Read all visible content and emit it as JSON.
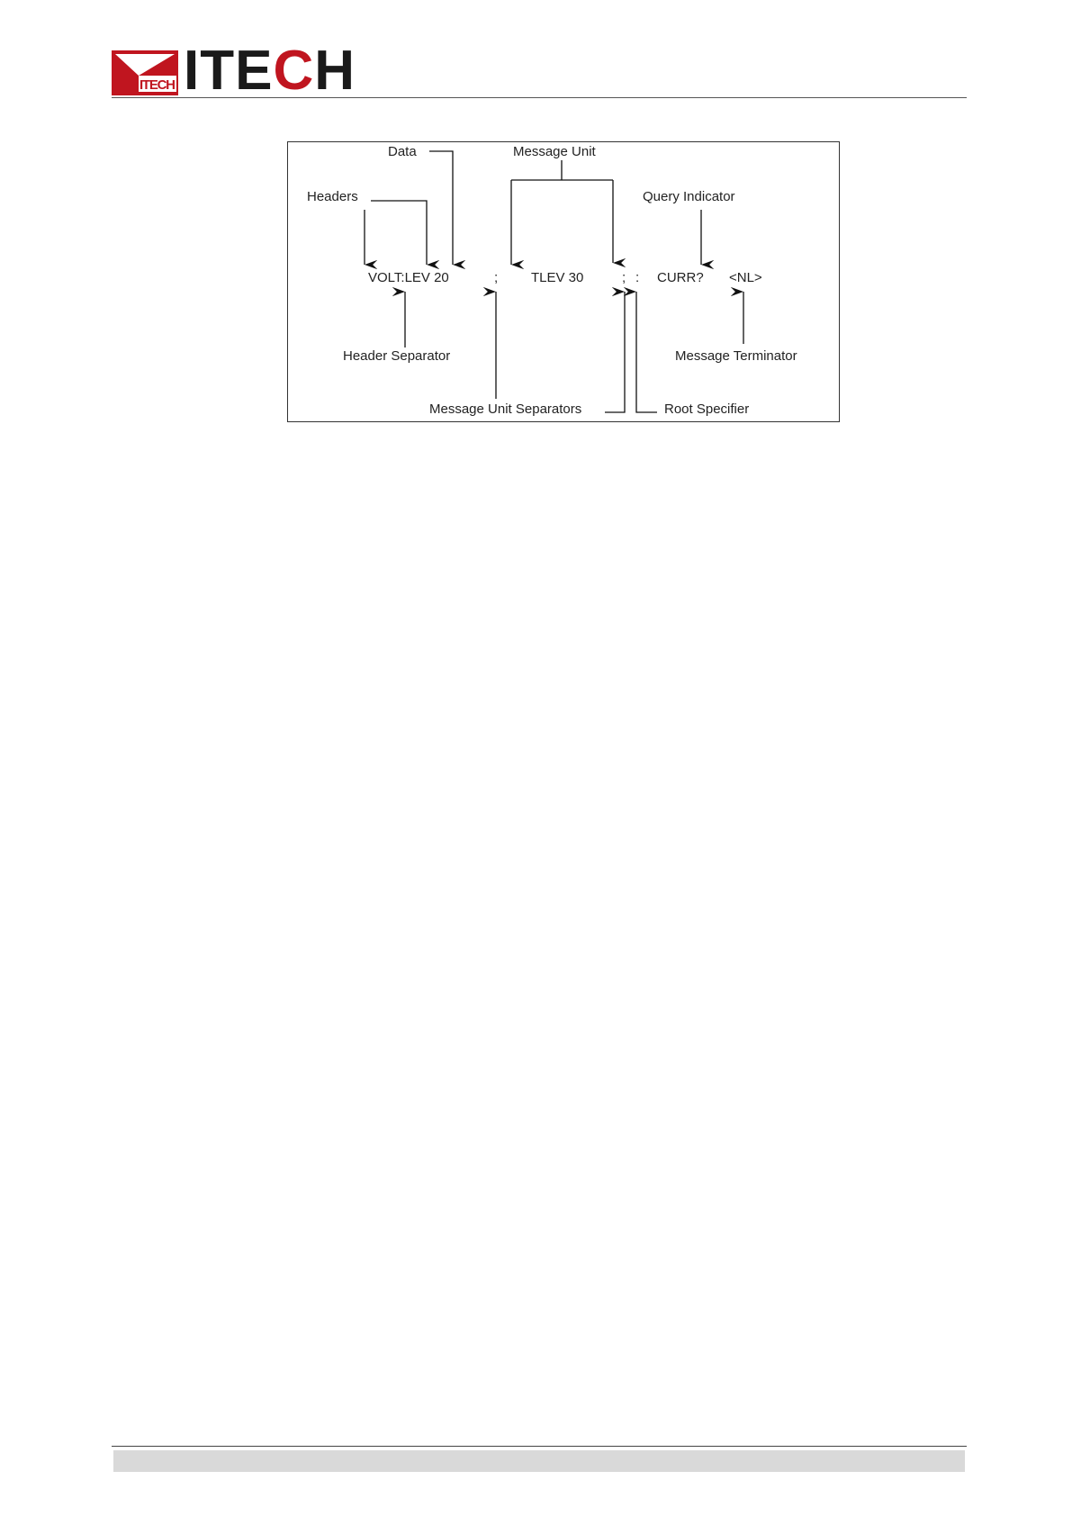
{
  "brand": {
    "mark_text": "ITECH",
    "name_prefix": "ITE",
    "name_accent": "C",
    "name_suffix": "H",
    "colors": {
      "accent": "#c0151f",
      "text": "#1a1a1a"
    }
  },
  "diagram": {
    "labels": {
      "data": "Data",
      "message_unit": "Message Unit",
      "headers": "Headers",
      "query_indicator": "Query Indicator",
      "header_separator": "Header Separator",
      "message_terminator": "Message Terminator",
      "message_unit_separators": "Message Unit Separators",
      "root_specifier": "Root Specifier"
    },
    "command": {
      "part1": "VOLT:LEV 20",
      "sep1": ";",
      "part2": "TLEV 30",
      "sep2": ";",
      "root": ":",
      "part3": "CURR?",
      "terminator": "<NL>"
    }
  },
  "footer": {}
}
